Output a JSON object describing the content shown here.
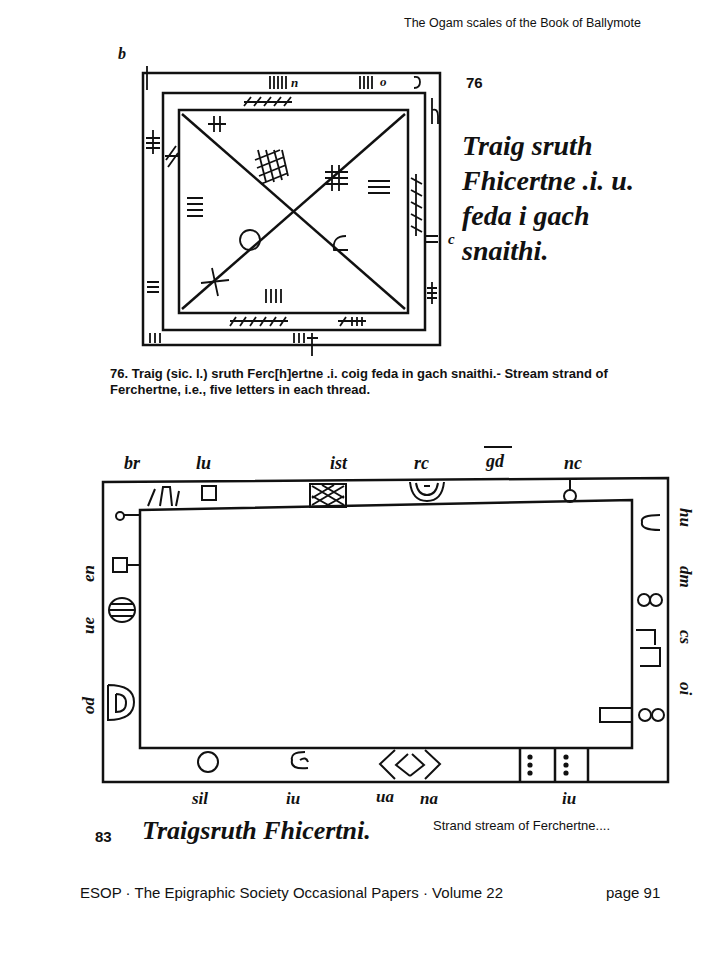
{
  "diagram": {
    "title": "The Ogam scales of the Book of Ballymote",
    "caption": "76. Traig (sic. l.) sruth Ferc[h]ertne .i. coig feda in gach snaithi.- Stream strand of Ferchertne, i.e., five letters in each thread.",
    "labels": [
      "76",
      "Traig sruth Fhicertne .i. u. feda i gach snaithi.",
      "b",
      "n",
      "o",
      "c",
      "br",
      "lu",
      "ist",
      "rc",
      "gd",
      "nc",
      "hu",
      "dm",
      "cs",
      "oi",
      "en",
      "ue",
      "od",
      "sil",
      "iu",
      "ua",
      "na",
      "iu",
      "83",
      "Traigsruth Fhicertni.",
      "Strand stream of Ferchertne....",
      "ESOP · The Epigraphic Society Occasional Papers · Volume 22",
      "page 91"
    ]
  }
}
